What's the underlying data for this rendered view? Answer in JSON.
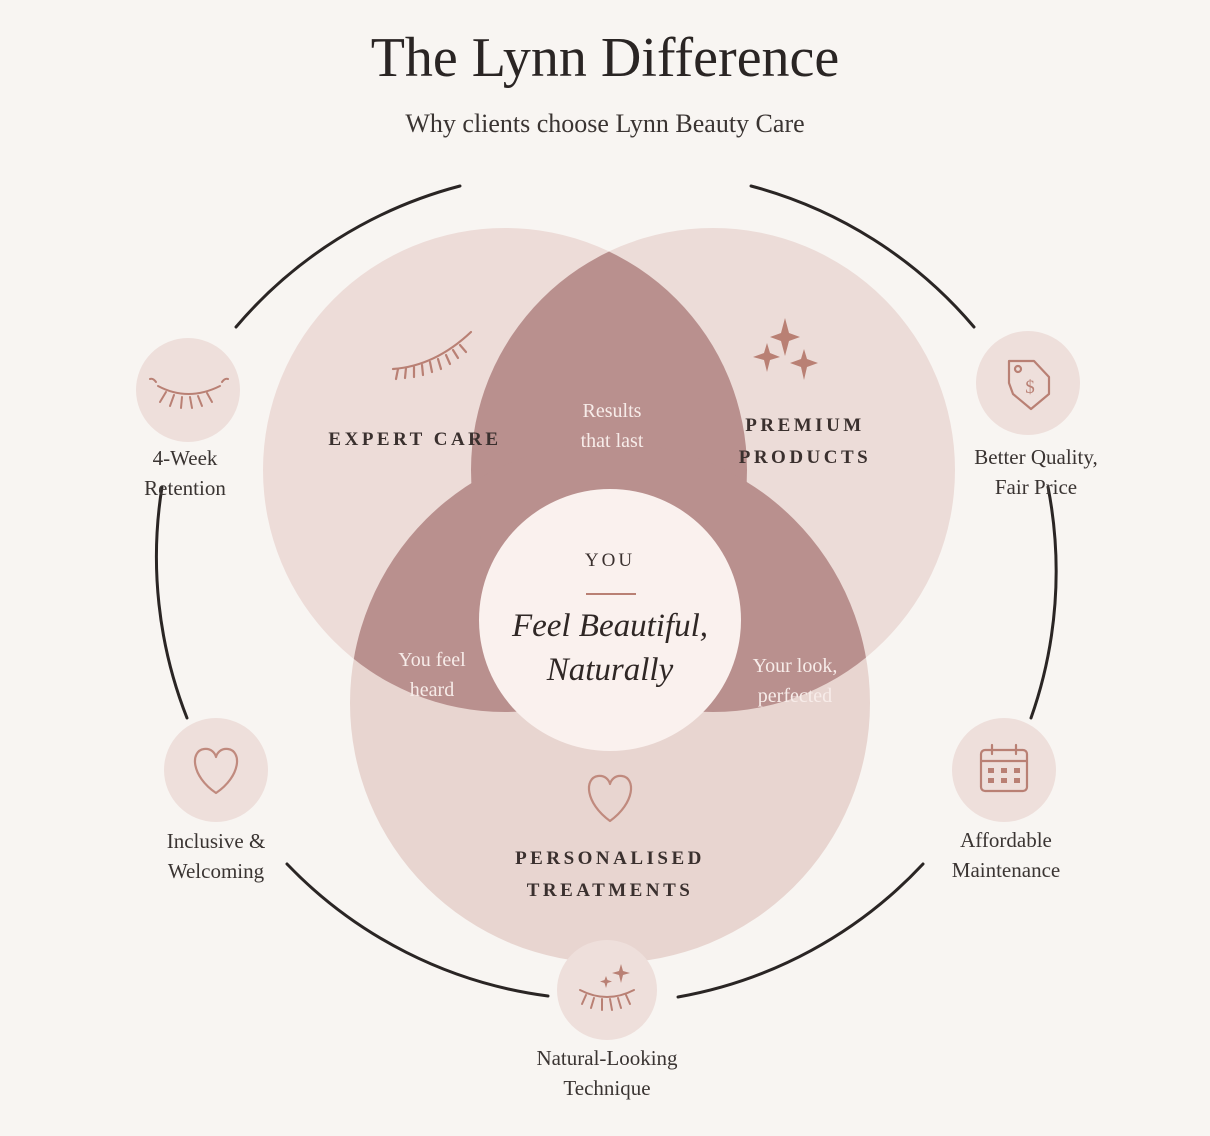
{
  "header": {
    "title": "The Lynn Difference",
    "subtitle": "Why clients choose Lynn Beauty Care"
  },
  "colors": {
    "background": "#f8f5f2",
    "circle_fill": "#ecdcd8",
    "overlap_fill": "#b9908e",
    "accent_icon": "#b98074",
    "ring": "#2a2524"
  },
  "circles": {
    "expert_care": {
      "label_line1": "EXPERT CARE",
      "icon": "eyelash-icon"
    },
    "premium_products": {
      "label_line1": "PREMIUM",
      "label_line2": "PRODUCTS",
      "icon": "sparkles-icon"
    },
    "personalised_treatments": {
      "label_line1": "PERSONALISED",
      "label_line2": "TREATMENTS",
      "icon": "heart-icon"
    }
  },
  "overlaps": {
    "top": {
      "line1": "Results",
      "line2": "that last"
    },
    "left": {
      "line1": "You feel",
      "line2": "heard"
    },
    "right": {
      "line1": "Your look,",
      "line2": "perfected"
    }
  },
  "center": {
    "label": "YOU",
    "tagline_line1": "Feel Beautiful,",
    "tagline_line2": "Naturally"
  },
  "benefits": [
    {
      "line1": "4-Week",
      "line2": "Retention",
      "icon": "closed-eye-icon"
    },
    {
      "line1": "Better Quality,",
      "line2": "Fair Price",
      "icon": "price-tag-icon"
    },
    {
      "line1": "Affordable",
      "line2": "Maintenance",
      "icon": "calendar-icon"
    },
    {
      "line1": "Natural-Looking",
      "line2": "Technique",
      "icon": "eye-sparkle-icon"
    },
    {
      "line1": "Inclusive &",
      "line2": "Welcoming",
      "icon": "heart-icon"
    }
  ]
}
